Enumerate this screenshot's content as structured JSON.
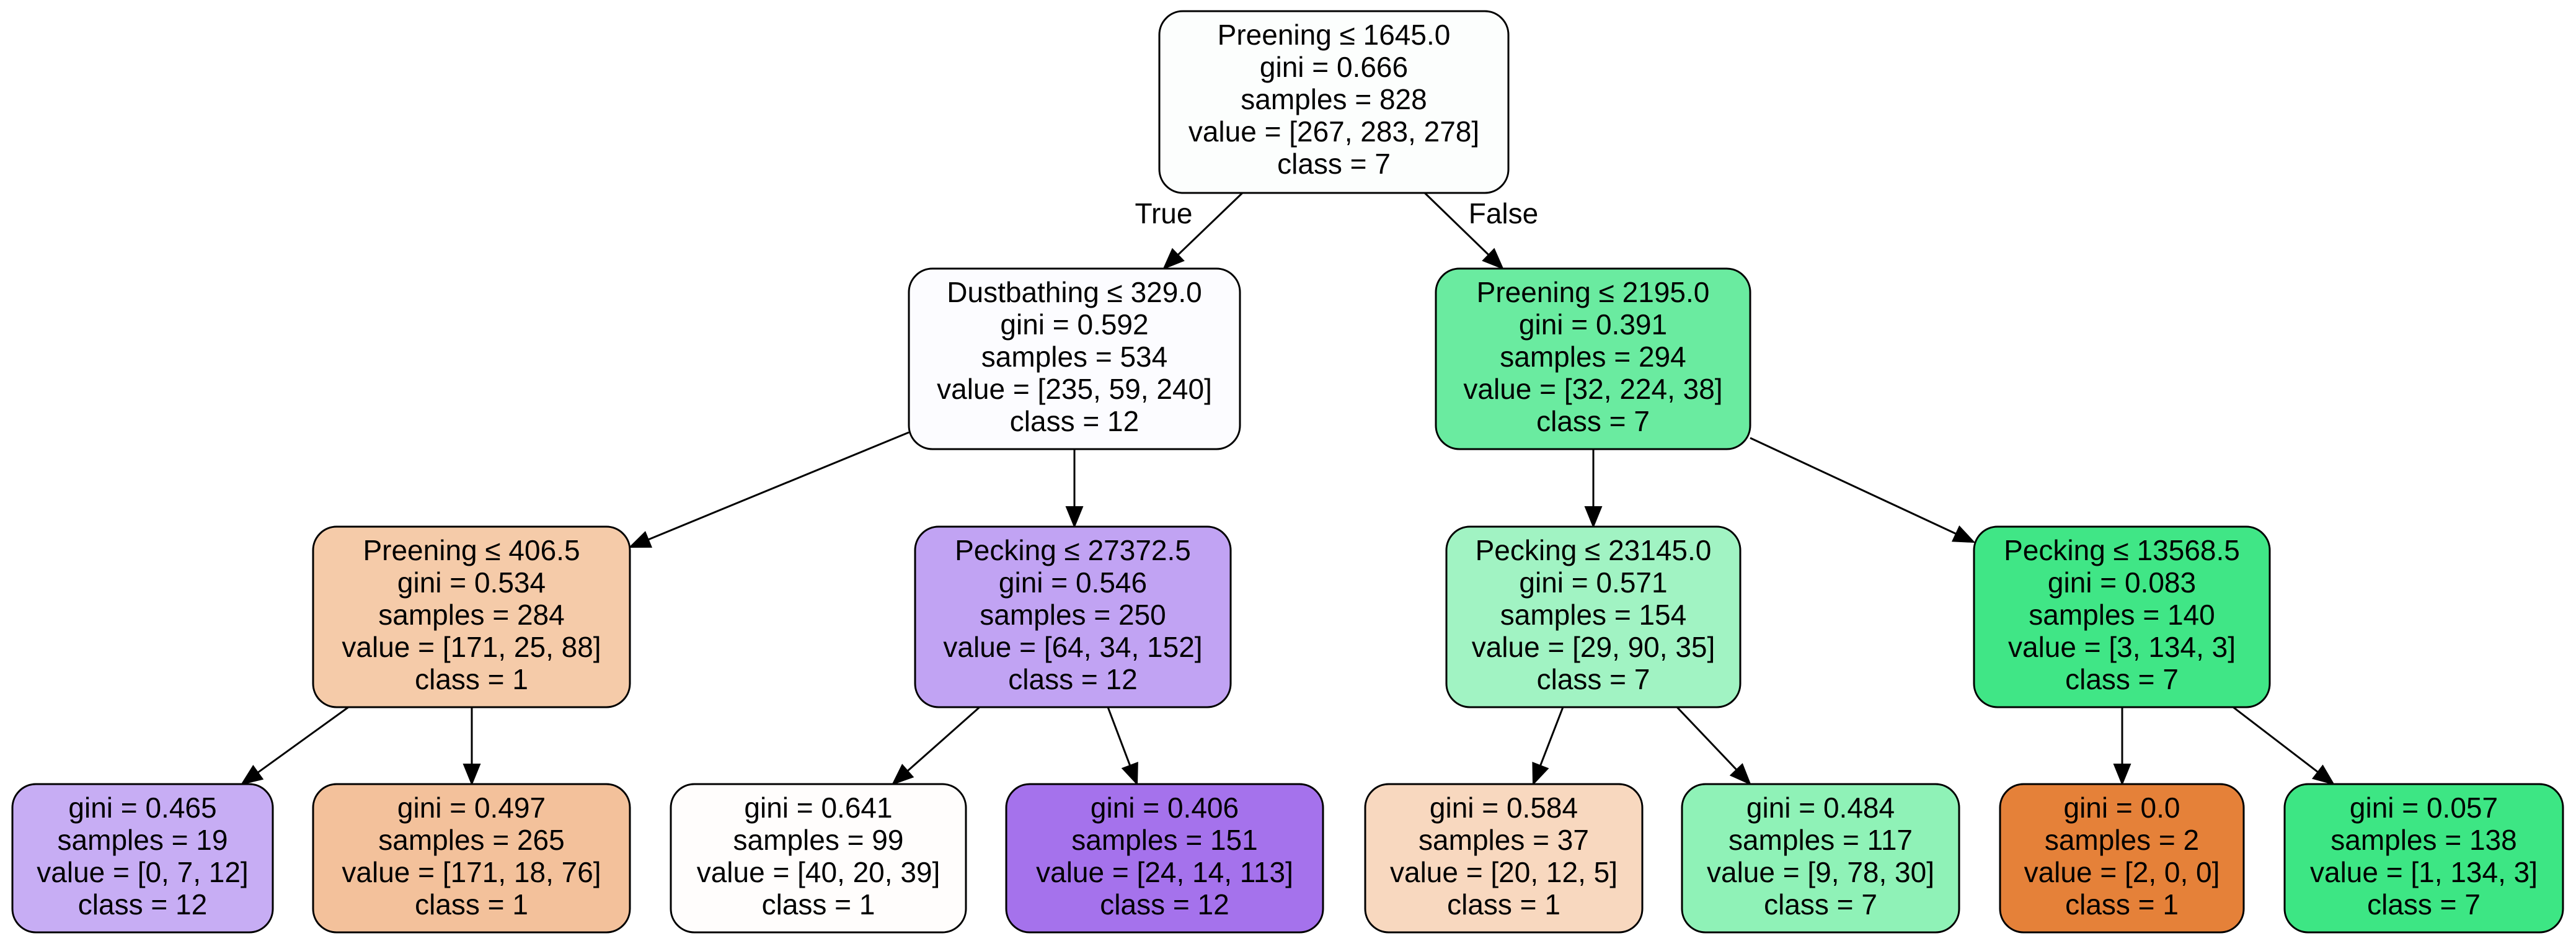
{
  "diagram": {
    "type": "decision-tree",
    "nodes": [
      {
        "id": "n0",
        "fill": "#fcfefd",
        "lines": [
          "Preening ≤ 1645.0",
          "gini = 0.666",
          "samples = 828",
          "value = [267, 283, 278]",
          "class = 7"
        ]
      },
      {
        "id": "n1",
        "fill": "#fcfcff",
        "lines": [
          "Dustbathing ≤ 329.0",
          "gini = 0.592",
          "samples = 534",
          "value = [235, 59, 240]",
          "class = 12"
        ]
      },
      {
        "id": "n2",
        "fill": "#6aeba0",
        "lines": [
          "Preening ≤ 2195.0",
          "gini = 0.391",
          "samples = 294",
          "value = [32, 224, 38]",
          "class = 7"
        ]
      },
      {
        "id": "n3",
        "fill": "#f5cba9",
        "lines": [
          "Preening ≤ 406.5",
          "gini = 0.534",
          "samples = 284",
          "value = [171, 25, 88]",
          "class = 1"
        ]
      },
      {
        "id": "n4",
        "fill": "#c1a3f3",
        "lines": [
          "Pecking ≤ 27372.5",
          "gini = 0.546",
          "samples = 250",
          "value = [64, 34, 152]",
          "class = 12"
        ]
      },
      {
        "id": "n5",
        "fill": "#a1f3c3",
        "lines": [
          "Pecking ≤ 23145.0",
          "gini = 0.571",
          "samples = 154",
          "value = [29, 90, 35]",
          "class = 7"
        ]
      },
      {
        "id": "n6",
        "fill": "#40e686",
        "lines": [
          "Pecking ≤ 13568.5",
          "gini = 0.083",
          "samples = 140",
          "value = [3, 134, 3]",
          "class = 7"
        ]
      },
      {
        "id": "n7",
        "fill": "#c7adf4",
        "lines": [
          "gini = 0.465",
          "samples = 19",
          "value = [0, 7, 12]",
          "class = 12"
        ]
      },
      {
        "id": "n8",
        "fill": "#f3c19b",
        "lines": [
          "gini = 0.497",
          "samples = 265",
          "value = [171, 18, 76]",
          "class = 1"
        ]
      },
      {
        "id": "n9",
        "fill": "#fffdfc",
        "lines": [
          "gini = 0.641",
          "samples = 99",
          "value = [40, 20, 39]",
          "class = 1"
        ]
      },
      {
        "id": "n10",
        "fill": "#a572ec",
        "lines": [
          "gini = 0.406",
          "samples = 151",
          "value = [24, 14, 113]",
          "class = 12"
        ]
      },
      {
        "id": "n11",
        "fill": "#f8d8bf",
        "lines": [
          "gini = 0.584",
          "samples = 37",
          "value = [20, 12, 5]",
          "class = 1"
        ]
      },
      {
        "id": "n12",
        "fill": "#8ff2b7",
        "lines": [
          "gini = 0.484",
          "samples = 117",
          "value = [9, 78, 30]",
          "class = 7"
        ]
      },
      {
        "id": "n13",
        "fill": "#e58139",
        "lines": [
          "gini = 0.0",
          "samples = 2",
          "value = [2, 0, 0]",
          "class = 1"
        ]
      },
      {
        "id": "n14",
        "fill": "#3de684",
        "lines": [
          "gini = 0.057",
          "samples = 138",
          "value = [1, 134, 3]",
          "class = 7"
        ]
      }
    ],
    "edges": [
      {
        "from": "n0",
        "to": "n1",
        "label": "True"
      },
      {
        "from": "n0",
        "to": "n2",
        "label": "False"
      },
      {
        "from": "n1",
        "to": "n3"
      },
      {
        "from": "n1",
        "to": "n4"
      },
      {
        "from": "n2",
        "to": "n5"
      },
      {
        "from": "n2",
        "to": "n6"
      },
      {
        "from": "n3",
        "to": "n7"
      },
      {
        "from": "n3",
        "to": "n8"
      },
      {
        "from": "n4",
        "to": "n9"
      },
      {
        "from": "n4",
        "to": "n10"
      },
      {
        "from": "n5",
        "to": "n11"
      },
      {
        "from": "n5",
        "to": "n12"
      },
      {
        "from": "n6",
        "to": "n13"
      },
      {
        "from": "n6",
        "to": "n14"
      }
    ]
  }
}
